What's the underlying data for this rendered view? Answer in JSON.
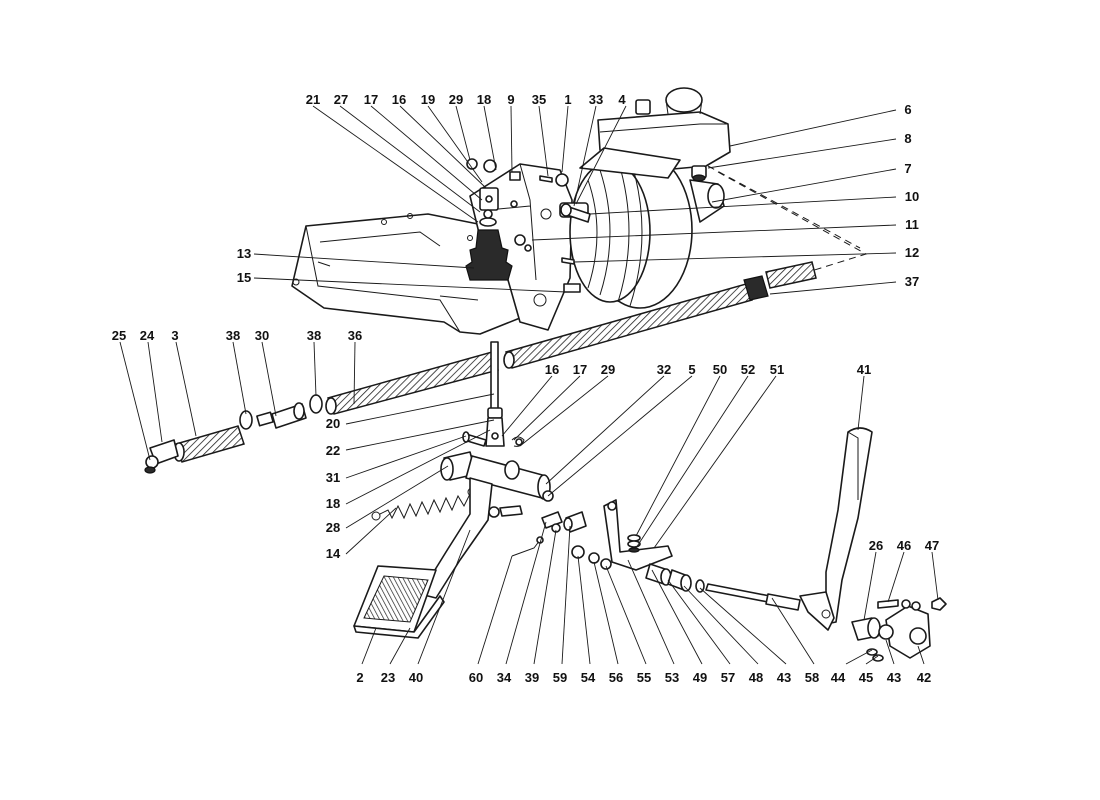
{
  "callouts": [
    {
      "n": "21"
    },
    {
      "n": "27"
    },
    {
      "n": "17"
    },
    {
      "n": "16"
    },
    {
      "n": "19"
    },
    {
      "n": "29"
    },
    {
      "n": "18"
    },
    {
      "n": "9"
    },
    {
      "n": "35"
    },
    {
      "n": "1"
    },
    {
      "n": "33"
    },
    {
      "n": "4"
    },
    {
      "n": "6"
    },
    {
      "n": "8"
    },
    {
      "n": "7"
    },
    {
      "n": "10"
    },
    {
      "n": "11"
    },
    {
      "n": "12"
    },
    {
      "n": "37"
    },
    {
      "n": "13"
    },
    {
      "n": "15"
    },
    {
      "n": "25"
    },
    {
      "n": "24"
    },
    {
      "n": "3"
    },
    {
      "n": "38"
    },
    {
      "n": "30"
    },
    {
      "n": "38"
    },
    {
      "n": "36"
    },
    {
      "n": "20"
    },
    {
      "n": "22"
    },
    {
      "n": "31"
    },
    {
      "n": "18"
    },
    {
      "n": "28"
    },
    {
      "n": "14"
    },
    {
      "n": "16"
    },
    {
      "n": "17"
    },
    {
      "n": "29"
    },
    {
      "n": "32"
    },
    {
      "n": "5"
    },
    {
      "n": "50"
    },
    {
      "n": "52"
    },
    {
      "n": "51"
    },
    {
      "n": "41"
    },
    {
      "n": "26"
    },
    {
      "n": "46"
    },
    {
      "n": "47"
    },
    {
      "n": "2"
    },
    {
      "n": "23"
    },
    {
      "n": "40"
    },
    {
      "n": "60"
    },
    {
      "n": "34"
    },
    {
      "n": "39"
    },
    {
      "n": "59"
    },
    {
      "n": "54"
    },
    {
      "n": "56"
    },
    {
      "n": "55"
    },
    {
      "n": "53"
    },
    {
      "n": "49"
    },
    {
      "n": "57"
    },
    {
      "n": "48"
    },
    {
      "n": "43"
    },
    {
      "n": "58"
    },
    {
      "n": "44"
    },
    {
      "n": "45"
    },
    {
      "n": "43"
    },
    {
      "n": "42"
    }
  ]
}
